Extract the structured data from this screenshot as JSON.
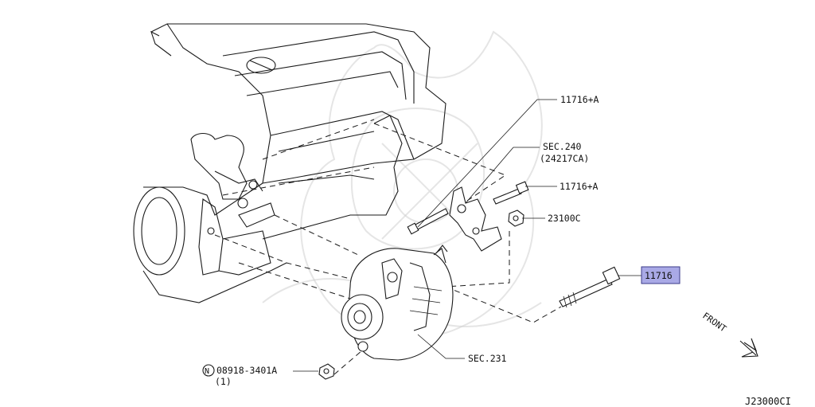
{
  "callouts": {
    "c1": "11716+A",
    "c2a": "SEC.240",
    "c2b": "(24217CA)",
    "c3": "11716+A",
    "c4": "23100C",
    "c5": "11716",
    "c6": "SEC.231",
    "c7a": "08918-3401A",
    "c7b": "(1)",
    "c7_mark": "N"
  },
  "front_label": "FRONT",
  "diagram_code": "J23000CI",
  "colors": {
    "highlight": "#a9a9e6",
    "line": "#1a1a1a"
  }
}
